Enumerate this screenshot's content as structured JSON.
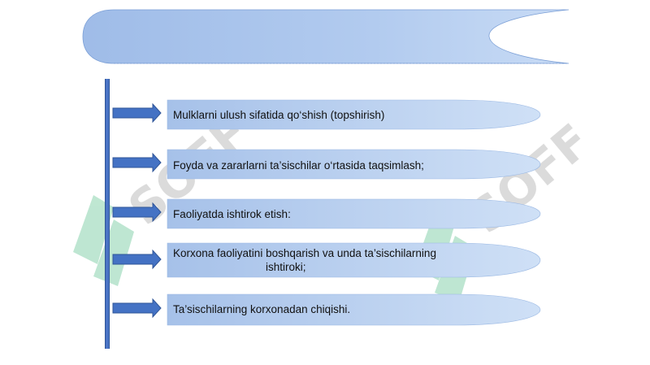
{
  "slide": {
    "items": [
      {
        "line1": "Mulklarni ulush sifatida qo‘shish (topshirish)",
        "line2": ""
      },
      {
        "line1": "Foyda va zararlarni ta’sischilar o‘rtasida taqsimlash;",
        "line2": ""
      },
      {
        "line1": "Faoliyatda ishtirok etish:",
        "line2": ""
      },
      {
        "line1": "Korxona faoliyatini boshqarish va unda ta’sischilarning",
        "line2": "ishtiroki;"
      },
      {
        "line1": "Ta’sischilarning korxonadan chiqishi.",
        "line2": ""
      }
    ],
    "watermark": "SOFF"
  },
  "colors": {
    "banner_fill": "#a8c3ea",
    "banner_edge": "#6f95cf",
    "item_fill_left": "#a9c4ea",
    "item_fill_right": "#c9dbf4",
    "arrow_fill": "#4472c4",
    "arrow_stroke": "#2f5597",
    "timeline": "#4a74c5",
    "watermark": "#8fd4b0"
  }
}
